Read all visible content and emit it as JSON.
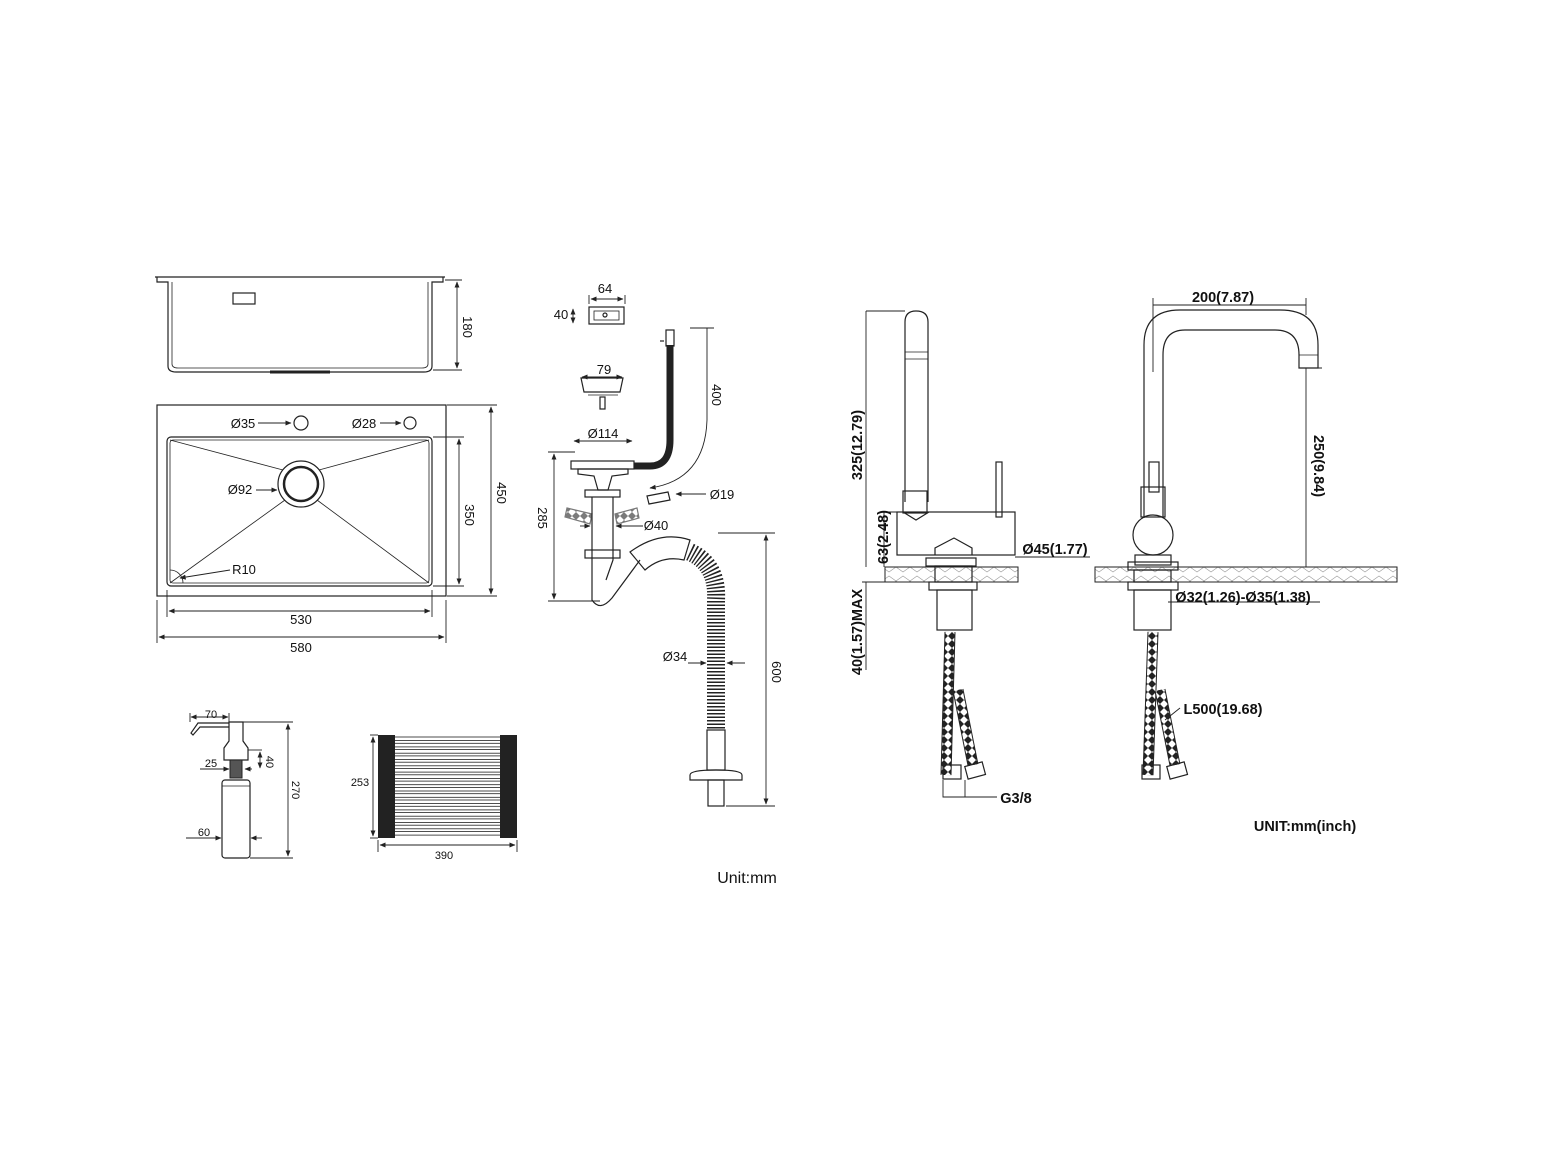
{
  "sink": {
    "depth": "180",
    "tap_hole_1": "Ø35",
    "tap_hole_2": "Ø28",
    "drain_diameter": "Ø92",
    "corner_radius": "R10",
    "inner_depth": "350",
    "outer_depth": "450",
    "inner_width": "530",
    "outer_width": "580"
  },
  "soap_dispenser": {
    "spout_length": "70",
    "thread_diameter": "25",
    "neck_height": "40",
    "total_height": "270",
    "bottle_diameter": "60"
  },
  "roll_mat": {
    "width": "253",
    "length": "390"
  },
  "drain_kit": {
    "overflow_width": "64",
    "overflow_height": "40",
    "strainer_diameter": "79",
    "flange_diameter": "Ø114",
    "overflow_hose_length": "400",
    "overflow_connector": "Ø19",
    "trap_height": "285",
    "pipe_diameter": "Ø40",
    "hose_diameter": "Ø34",
    "hose_length": "600",
    "unit": "Unit:mm"
  },
  "faucet": {
    "total_height": "325(12.79)",
    "body_height": "63(2.48)",
    "body_diameter": "Ø45(1.77)",
    "max_counter_thickness": "40(1.57)MAX",
    "thread": "G3/8",
    "reach": "200(7.87)",
    "spout_height": "250(9.84)",
    "hole_diameter": "Ø32(1.26)-Ø35(1.38)",
    "hose_length": "L500(19.68)",
    "unit": "UNIT:mm(inch)"
  }
}
